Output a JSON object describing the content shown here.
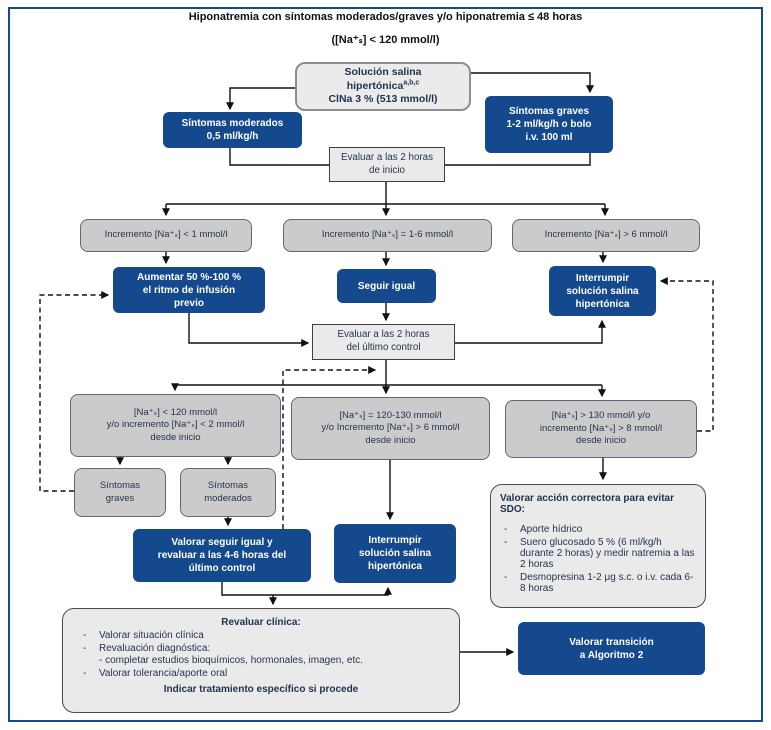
{
  "bullet": "-",
  "colors": {
    "accent_blue": "#15498e",
    "frame_blue": "#17498f",
    "gray_box": "#cbcbcb",
    "light_box": "#eaeaea"
  },
  "header": {
    "title": "Hiponatremia con síntomas moderados/graves y/o hiponatremia ≤ 48 horas",
    "subtitle": "([Na⁺ₛ] < 120 mmol/l)"
  },
  "nodes": {
    "solucion": {
      "lines": [
        "Solución salina",
        "hipertónica",
        "ClNa 3 % (513 mmol/l)"
      ],
      "sup": "a,b,c"
    },
    "sintomas_moderados": {
      "lines": [
        "Síntomas moderados",
        "0,5 ml/kg/h"
      ]
    },
    "sintomas_graves": {
      "lines": [
        "Síntomas graves",
        "1-2 ml/kg/h o bolo",
        "i.v. 100 ml"
      ]
    },
    "evaluar_inicio": {
      "lines": [
        "Evaluar a las 2 horas",
        "de inicio"
      ]
    },
    "inc_lt1": {
      "label": "Incremento [Na⁺ₛ] < 1 mmol/l"
    },
    "inc_1_6": {
      "label": "Incremento [Na⁺ₛ] = 1-6 mmol/l"
    },
    "inc_gt6": {
      "label": "Incremento [Na⁺ₛ] > 6 mmol/l"
    },
    "aumentar": {
      "lines": [
        "Aumentar 50 %-100 %",
        "el ritmo de infusión",
        "previo"
      ]
    },
    "seguir_igual": {
      "label": "Seguir igual"
    },
    "interrumpir_1": {
      "lines": [
        "Interrumpir",
        "solución salina",
        "hipertónica"
      ]
    },
    "evaluar_control": {
      "lines": [
        "Evaluar a las 2 horas",
        "del último control"
      ]
    },
    "cond_bajo": {
      "lines": [
        "[Na⁺ₛ] < 120 mmol/l",
        "y/o incremento [Na⁺ₛ] < 2 mmol/l",
        "desde inicio"
      ]
    },
    "cond_medio": {
      "lines": [
        "[Na⁺ₛ] = 120-130 mmol/l",
        "y/o Incremento [Na⁺ₛ] > 6  mmol/l",
        "desde inicio"
      ]
    },
    "cond_alto": {
      "lines": [
        "[Na⁺ₛ] > 130 mmol/l y/o",
        "incremento [Na⁺ₛ] > 8 mmol/l",
        "desde inicio"
      ]
    },
    "sintomas_graves_2": {
      "lines": [
        "Síntomas",
        "graves"
      ]
    },
    "sintomas_moderados_2": {
      "lines": [
        "Síntomas",
        "moderados"
      ]
    },
    "valorar_seguir": {
      "lines": [
        "Valorar seguir igual y",
        "revaluar a las 4-6 horas del",
        "último control"
      ]
    },
    "interrumpir_2": {
      "lines": [
        "Interrumpir",
        "solución salina",
        "hipertónica"
      ]
    },
    "accion_correctora": {
      "title": "Valorar acción correctora para evitar SDO:",
      "items": [
        "Aporte hídrico",
        "Suero glucosado 5 % (6 ml/kg/h durante 2 horas) y medir natremia a las 2 horas",
        "Desmopresina 1-2 μg  s.c. o i.v. cada 6-8 horas"
      ]
    },
    "revaluar": {
      "title": "Revaluar clínica:",
      "items": [
        "Valorar situación clínica",
        "Revaluación diagnóstica:",
        "Valorar tolerancia/aporte oral"
      ],
      "subitem": "- completar estudios bioquímicos, hormonales, imagen, etc.",
      "footer": "Indicar tratamiento específico si procede"
    },
    "transicion": {
      "lines": [
        "Valorar transición",
        "a Algoritmo 2"
      ]
    }
  }
}
